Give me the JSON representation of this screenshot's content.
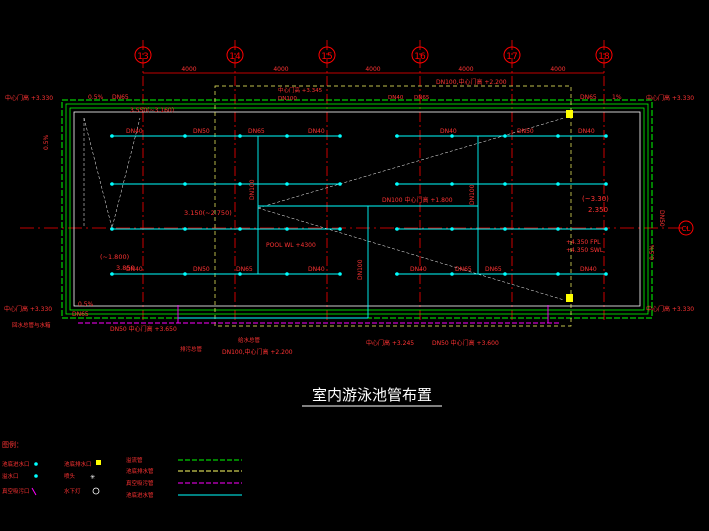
{
  "title": "室内游泳池管布置",
  "colors": {
    "background": "#000000",
    "axis": "#ff0000",
    "pipe_cyan": "#00ffff",
    "pipe_green": "#00ff00",
    "pipe_magenta": "#ff00ff",
    "pool_outline": "#ffffff",
    "dim_text": "#ff3333",
    "fixture_yellow": "#ffff00",
    "dashed_yellow": "#ffff66"
  },
  "axes": {
    "bubbles": [
      "13",
      "14",
      "15",
      "16",
      "17",
      "18"
    ],
    "spans": [
      "4000",
      "4000",
      "4000",
      "4000",
      "4000"
    ],
    "center_mark": "CL"
  },
  "top_labels": {
    "left_level": "中心门高 +3.330",
    "right_level": "中心门高 +3.330",
    "left_slope": "0.5%",
    "left_dn": "DN65",
    "mid_note": "3.550(~3.160)",
    "top_center_1": "中心门高 +3.345",
    "top_center_2": "DN100",
    "top_center_3": "DN40",
    "top_center_4": "DN65",
    "top_right_main": "DN100,中心门高 +2.200",
    "top_right_slope": "1%",
    "top_right_dn": "DN65",
    "right_dn": "DN50",
    "right_slope": "0.5%",
    "left_slope_vert": "0.5%"
  },
  "rows": {
    "row1": [
      "DN40",
      "DN50",
      "DN65",
      "DN40",
      "DN40",
      "DN50",
      "DN40"
    ],
    "row4": [
      "DN40",
      "DN50",
      "DN65",
      "DN40",
      "DN40",
      "DN65",
      "DN65",
      "DN40"
    ]
  },
  "inner_labels": {
    "dn100_vert_left": "DN100",
    "dn100_vert_mid": "DN100",
    "dn100_horiz": "DN100 中心门高 +1.800",
    "dn100_vert_right": "DN100",
    "note_left": "3.150(~2.750)",
    "note_left2": "(~1.800)",
    "note_left3": "3.850",
    "pool_wl": "POOL WL +4300",
    "right_depth1": "(~3.30)",
    "right_depth2": "2.350",
    "right_fpl": "+4.350 FPL",
    "right_swl": "+4.350 SWL"
  },
  "bottom_labels": {
    "left_level": "中心门高 +3.330",
    "right_level": "中心门高 +3.330",
    "left_slope": "0.5%",
    "left_dn": "DN65",
    "left_note": "回水总管与水箱",
    "b1": "DN50 中心门高 +3.650",
    "b2": "给水总管",
    "b3": "排污总管",
    "b4": "DN100,中心门高 +2.200",
    "b5": "中心门高 +3.245",
    "b6": "DN50 中心门高 +3.600"
  },
  "legend": {
    "title": "图例：",
    "items_col1": [
      "池底进水口",
      "溢水口",
      "真空吸污口"
    ],
    "items_col2": [
      "池底排水口",
      "喷头",
      "水下灯"
    ],
    "items_col3": [
      "溢流管",
      "池底排水管",
      "真空吸污管",
      "池底进水管"
    ]
  }
}
